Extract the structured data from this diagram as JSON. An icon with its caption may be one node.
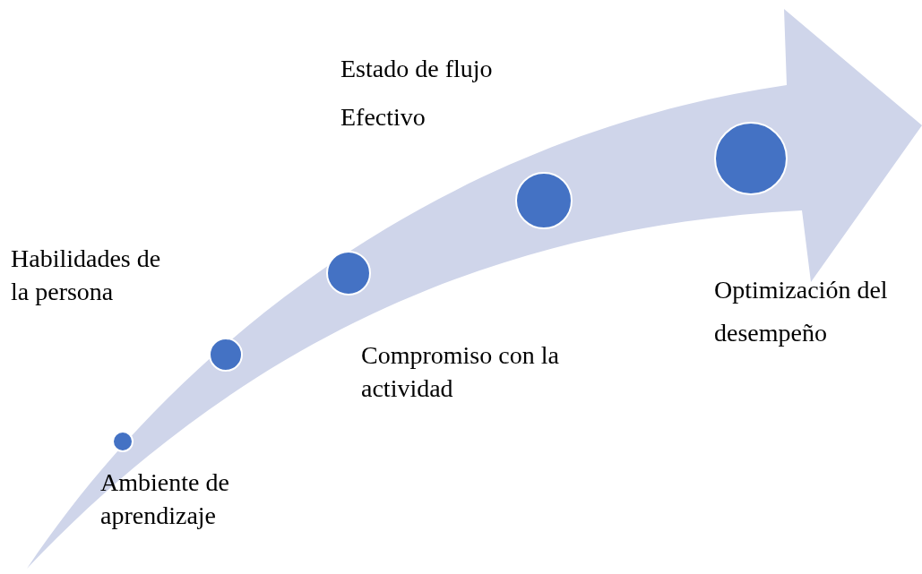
{
  "diagram": {
    "nodes": [
      {
        "text": [],
        "shape": "circle",
        "beside": [
          "Ambiente de aprendizaje"
        ]
      },
      {
        "text": [],
        "shape": "circle",
        "beside": [
          "Habilidades de la persona"
        ]
      },
      {
        "text": [],
        "shape": "circle",
        "beside": [
          "Compromiso con la actividad"
        ]
      },
      {
        "text": [],
        "shape": "circle",
        "beside": [
          "Estado de flujo Efectivo"
        ]
      },
      {
        "text": [],
        "shape": "circle",
        "beside": [
          "Optimización del desempeño"
        ]
      }
    ]
  }
}
